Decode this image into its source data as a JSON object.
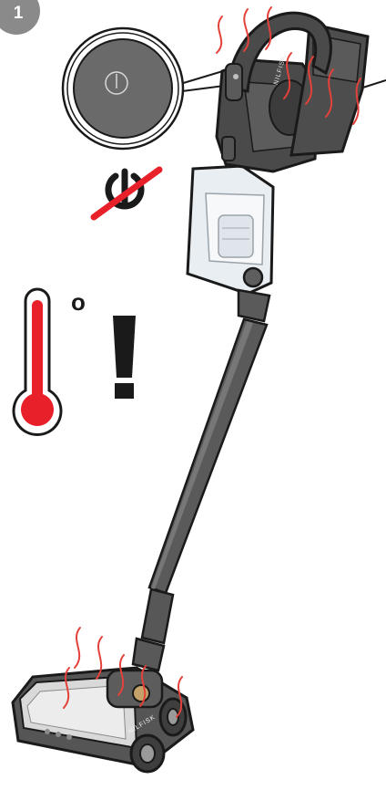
{
  "step": {
    "number": "1"
  },
  "brand": {
    "name": "NILFISK"
  },
  "temperature": {
    "unit_symbol": "o"
  },
  "colors": {
    "heat_lines": "#e4413a",
    "thermometer_fill": "#e8202a",
    "badge": "#8a8a8a",
    "body_dark": "#4a4a4a",
    "body_mid": "#6d6d6d",
    "outline": "#1a1a1a"
  },
  "icons": [
    "step-badge",
    "power-button-icon",
    "no-power-icon",
    "thermometer-icon",
    "warning-exclamation-icon",
    "heat-waves-icon"
  ]
}
